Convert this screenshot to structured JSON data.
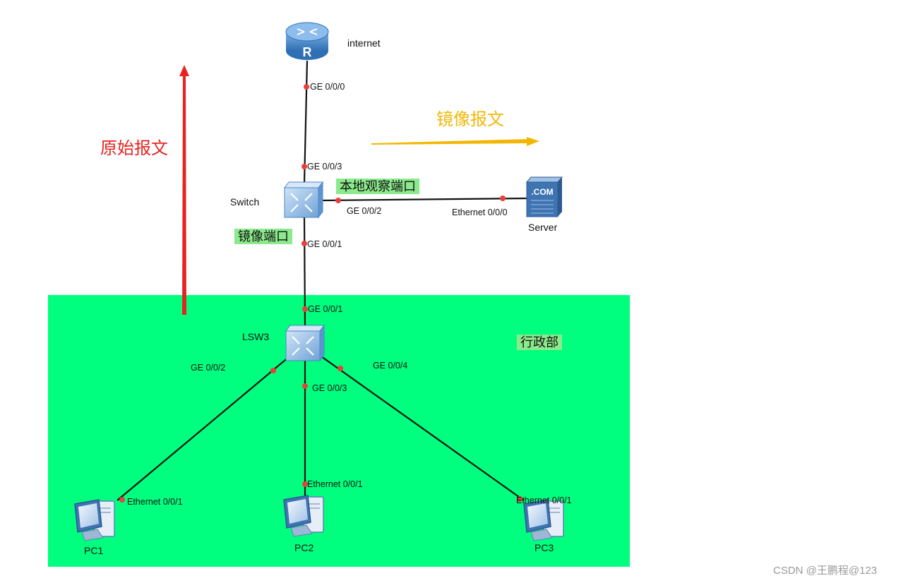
{
  "colors": {
    "zone": "#00FF7F",
    "tag_bg": "#8BEA8B",
    "link": "#111111",
    "port_dot": "#E8413A",
    "arrow_original": "#E8231F",
    "arrow_mirror": "#F2B705",
    "device": "#4A86C8"
  },
  "devices": {
    "router": {
      "label": "internet",
      "glyph": "R"
    },
    "switch": {
      "label": "Switch"
    },
    "lsw3": {
      "label": "LSW3"
    },
    "server": {
      "label": "Server",
      "glyph": ".COM"
    },
    "pc1": {
      "label": "PC1"
    },
    "pc2": {
      "label": "PC2"
    },
    "pc3": {
      "label": "PC3"
    }
  },
  "ports": {
    "router_ge000": "GE 0/0/0",
    "switch_ge003": "GE 0/0/3",
    "switch_ge002": "GE 0/0/2",
    "switch_ge001": "GE 0/0/1",
    "server_eth000": "Ethernet 0/0/0",
    "lsw3_ge001": "GE 0/0/1",
    "lsw3_ge002": "GE 0/0/2",
    "lsw3_ge003": "GE 0/0/3",
    "lsw3_ge004": "GE 0/0/4",
    "pc1_eth001": "Ethernet 0/0/1",
    "pc2_eth001": "Ethernet 0/0/1",
    "pc3_eth001": "Ethernet 0/0/1"
  },
  "annotations": {
    "original_packet": "原始报文",
    "mirror_packet": "镜像报文",
    "observe_port": "本地观察端口",
    "mirror_port": "镜像端口",
    "department": "行政部"
  },
  "watermark": "CSDN @王鹏程@123"
}
